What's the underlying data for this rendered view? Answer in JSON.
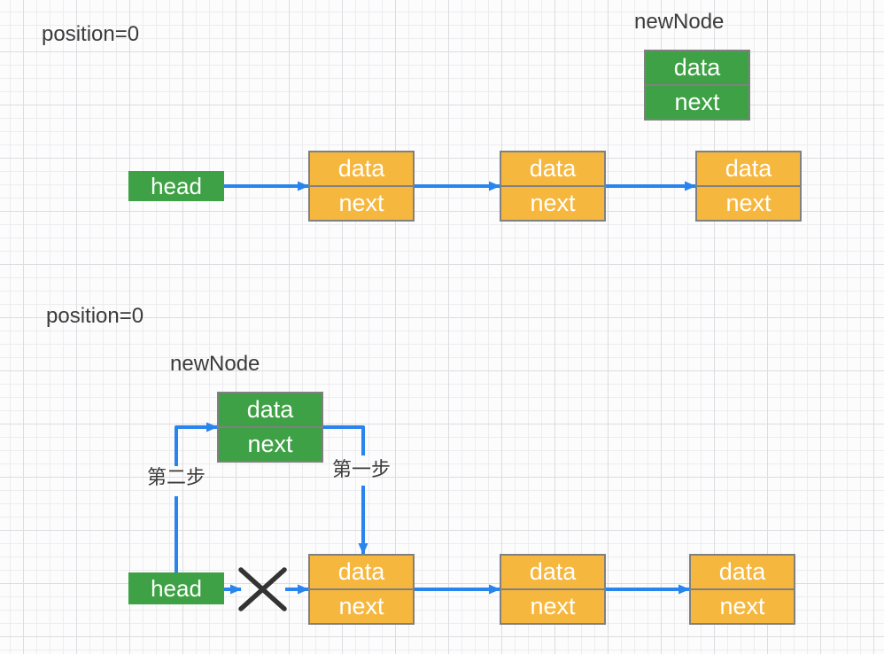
{
  "diagram_top": {
    "position_label": "position=0",
    "new_node_label": "newNode",
    "head_label": "head"
  },
  "diagram_bottom": {
    "position_label": "position=0",
    "new_node_label": "newNode",
    "head_label": "head",
    "step_one_label": "第一步",
    "step_two_label": "第二步"
  },
  "node_cells": {
    "data": "data",
    "next": "next"
  },
  "colors": {
    "node_green": "#3EA145",
    "node_orange": "#F6B73E",
    "arrow_blue": "#2985EE",
    "box_border": "#808080",
    "label_dark": "#3B3B3B",
    "cross_dark": "#333333",
    "canvas_bg": "#FCFCFD",
    "grid_minor": "#EDEDF0",
    "grid_major": "#DDDDE1"
  }
}
